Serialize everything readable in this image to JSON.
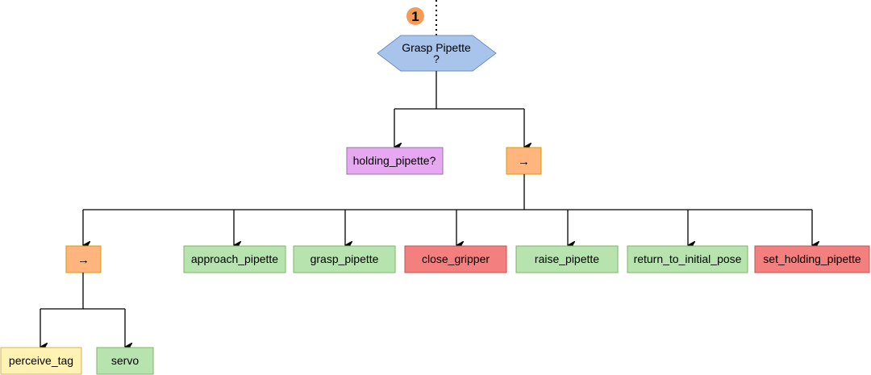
{
  "badge": {
    "label": "1",
    "color": "#f59a57"
  },
  "root": {
    "line1": "Grasp Pipette",
    "line2": "?",
    "fill": "#a9c4eb",
    "stroke": "#6c8ebf"
  },
  "nodes": {
    "holding_check": {
      "label": "holding_pipette?",
      "fill": "#e6a8f0",
      "stroke": "#9673a6"
    },
    "sequence_main": {
      "label": "→",
      "fill": "#ffb57d",
      "stroke": "#d79b00"
    },
    "sequence_sub": {
      "label": "→",
      "fill": "#ffb57d",
      "stroke": "#d79b00"
    },
    "approach_pipette": {
      "label": "approach_pipette",
      "fill": "#b6e3ae",
      "stroke": "#82b366"
    },
    "grasp_pipette": {
      "label": "grasp_pipette",
      "fill": "#b6e3ae",
      "stroke": "#82b366"
    },
    "close_gripper": {
      "label": "close_gripper",
      "fill": "#f47f7f",
      "stroke": "#b85450"
    },
    "raise_pipette": {
      "label": "raise_pipette",
      "fill": "#b6e3ae",
      "stroke": "#82b366"
    },
    "return_to_initial_pose": {
      "label": "return_to_initial_pose",
      "fill": "#b6e3ae",
      "stroke": "#82b366"
    },
    "set_holding_pipette": {
      "label": "set_holding_pipette",
      "fill": "#f47f7f",
      "stroke": "#b85450"
    },
    "perceive_tag": {
      "label": "perceive_tag",
      "fill": "#fff2b3",
      "stroke": "#d6b656"
    },
    "servo": {
      "label": "servo",
      "fill": "#b6e3ae",
      "stroke": "#82b366"
    }
  }
}
